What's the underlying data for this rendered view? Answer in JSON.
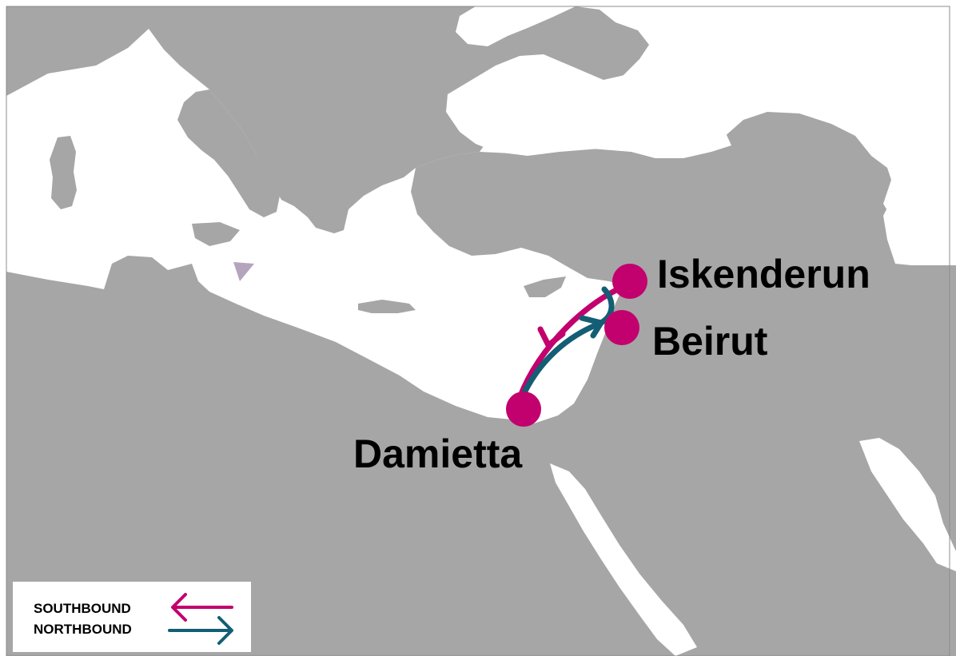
{
  "colors": {
    "land": "#a6a6a6",
    "sea": "#ffffff",
    "southbound": "#c2006e",
    "northbound": "#135e74",
    "marker": "#c2006e",
    "text": "#000000",
    "triangle": "#b4a5bd"
  },
  "ports": [
    {
      "name": "Iskenderun"
    },
    {
      "name": "Beirut"
    },
    {
      "name": "Damietta"
    }
  ],
  "routes": {
    "southbound": {
      "label": "SOUTHBOUND",
      "stops": [
        "Iskenderun",
        "Damietta"
      ]
    },
    "northbound": {
      "label": "NORTHBOUND",
      "stops": [
        "Damietta",
        "Beirut"
      ]
    }
  },
  "legend": {
    "southbound_label": "SOUTHBOUND",
    "northbound_label": "NORTHBOUND"
  }
}
